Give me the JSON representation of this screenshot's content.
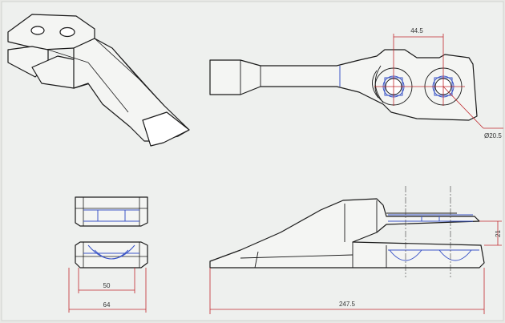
{
  "dimensions": {
    "hole_spacing": "44.5",
    "hole_diameter": "Ø20.5",
    "inner_width": "50",
    "outer_width": "64",
    "overall_length": "247.5",
    "ear_thickness": "21"
  },
  "colors": {
    "paper": "#eef0ee",
    "outline": "#1a1a1a",
    "dimension": "#c0282d",
    "hidden_line": "#3b55c7"
  }
}
